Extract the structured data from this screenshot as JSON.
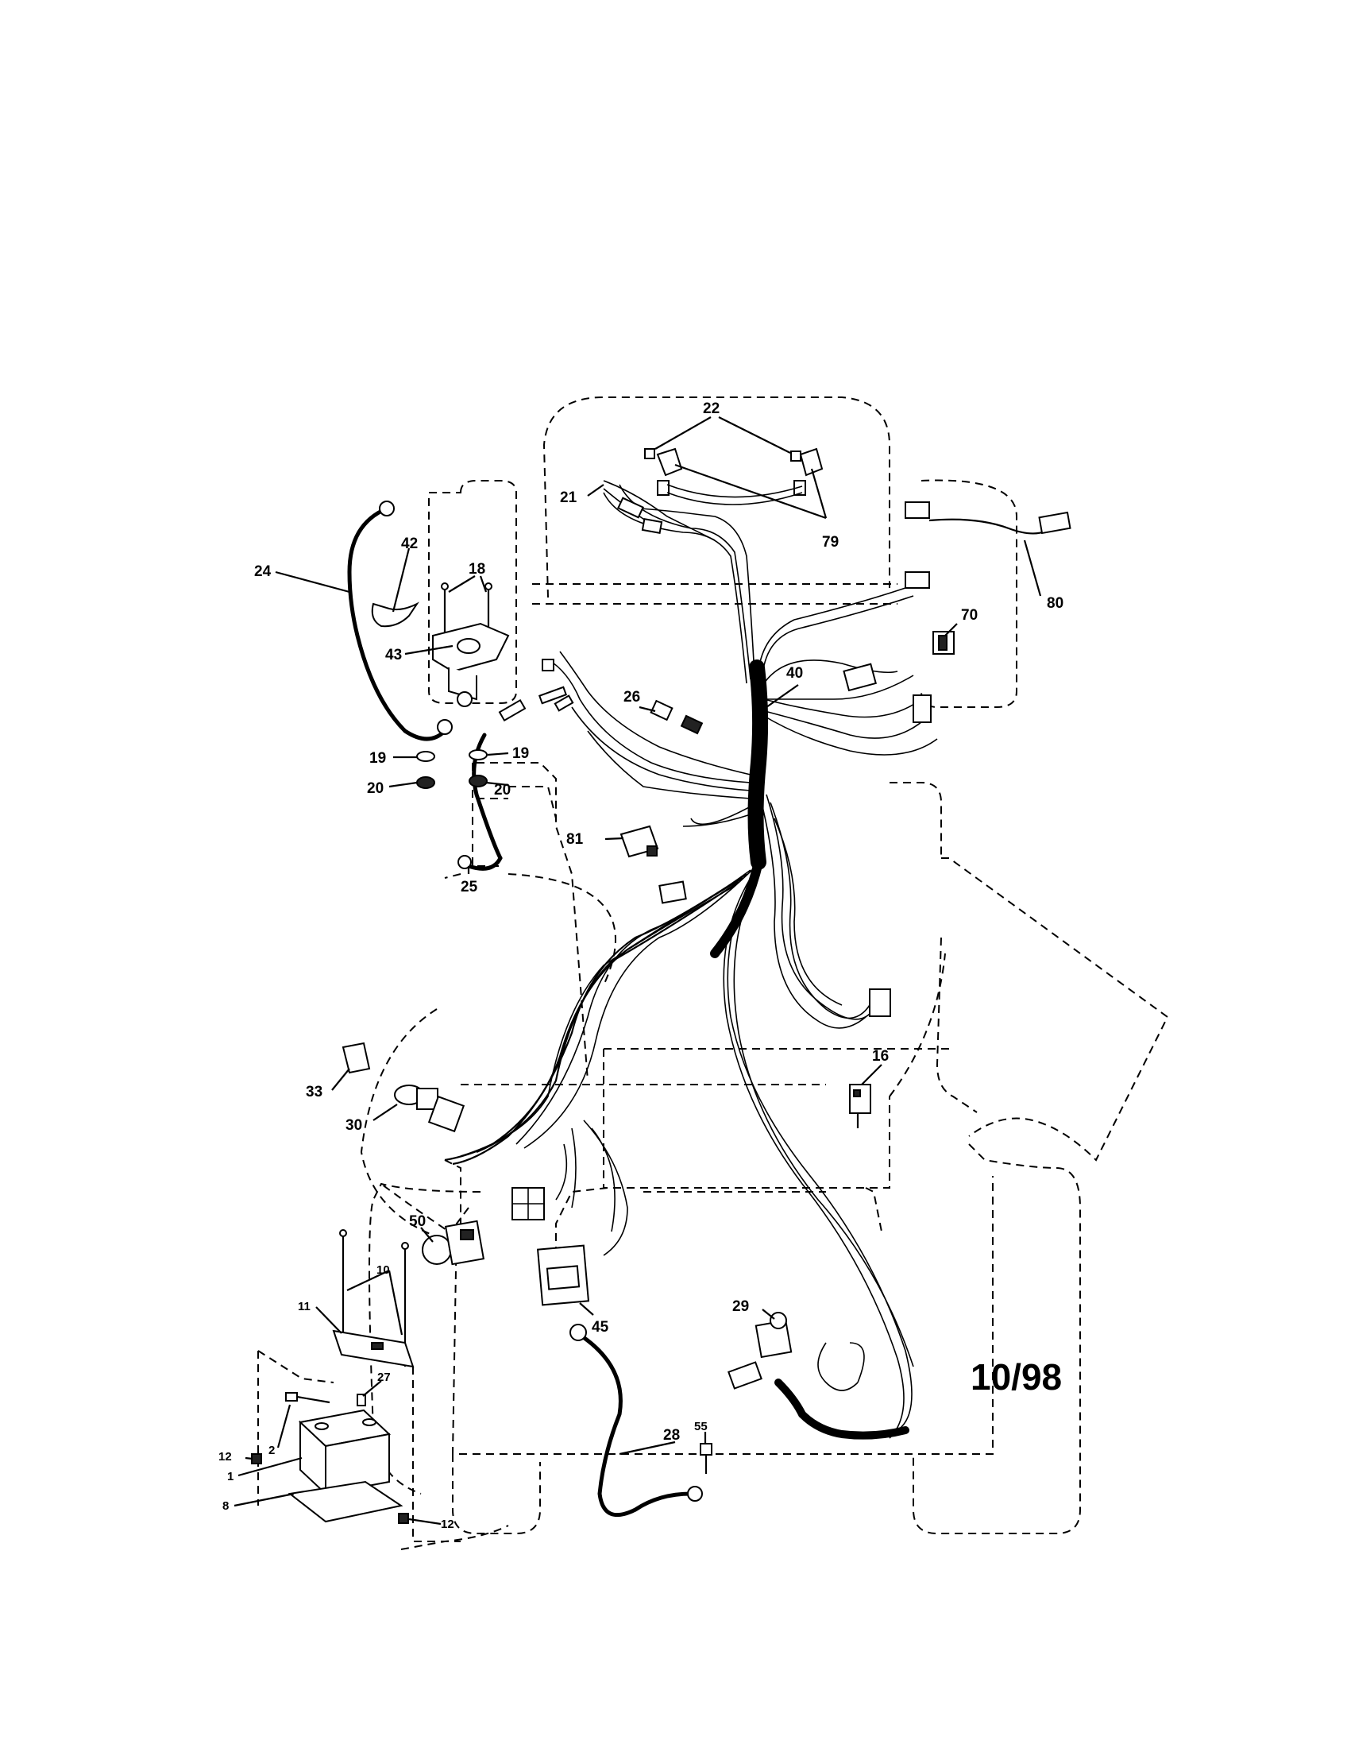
{
  "callouts": {
    "c1": "1",
    "c2": "2",
    "c8": "8",
    "c10": "10",
    "c11": "11",
    "c12a": "12",
    "c12b": "12",
    "c16": "16",
    "c18": "18",
    "c19a": "19",
    "c19b": "19",
    "c20a": "20",
    "c20b": "20",
    "c21": "21",
    "c22": "22",
    "c24": "24",
    "c25": "25",
    "c26": "26",
    "c27": "27",
    "c28": "28",
    "c29": "29",
    "c30": "30",
    "c33": "33",
    "c40": "40",
    "c42": "42",
    "c43": "43",
    "c45": "45",
    "c50": "50",
    "c55": "55",
    "c70": "70",
    "c79": "79",
    "c80": "80",
    "c81": "81"
  },
  "footer": {
    "date_code": "10/98"
  }
}
